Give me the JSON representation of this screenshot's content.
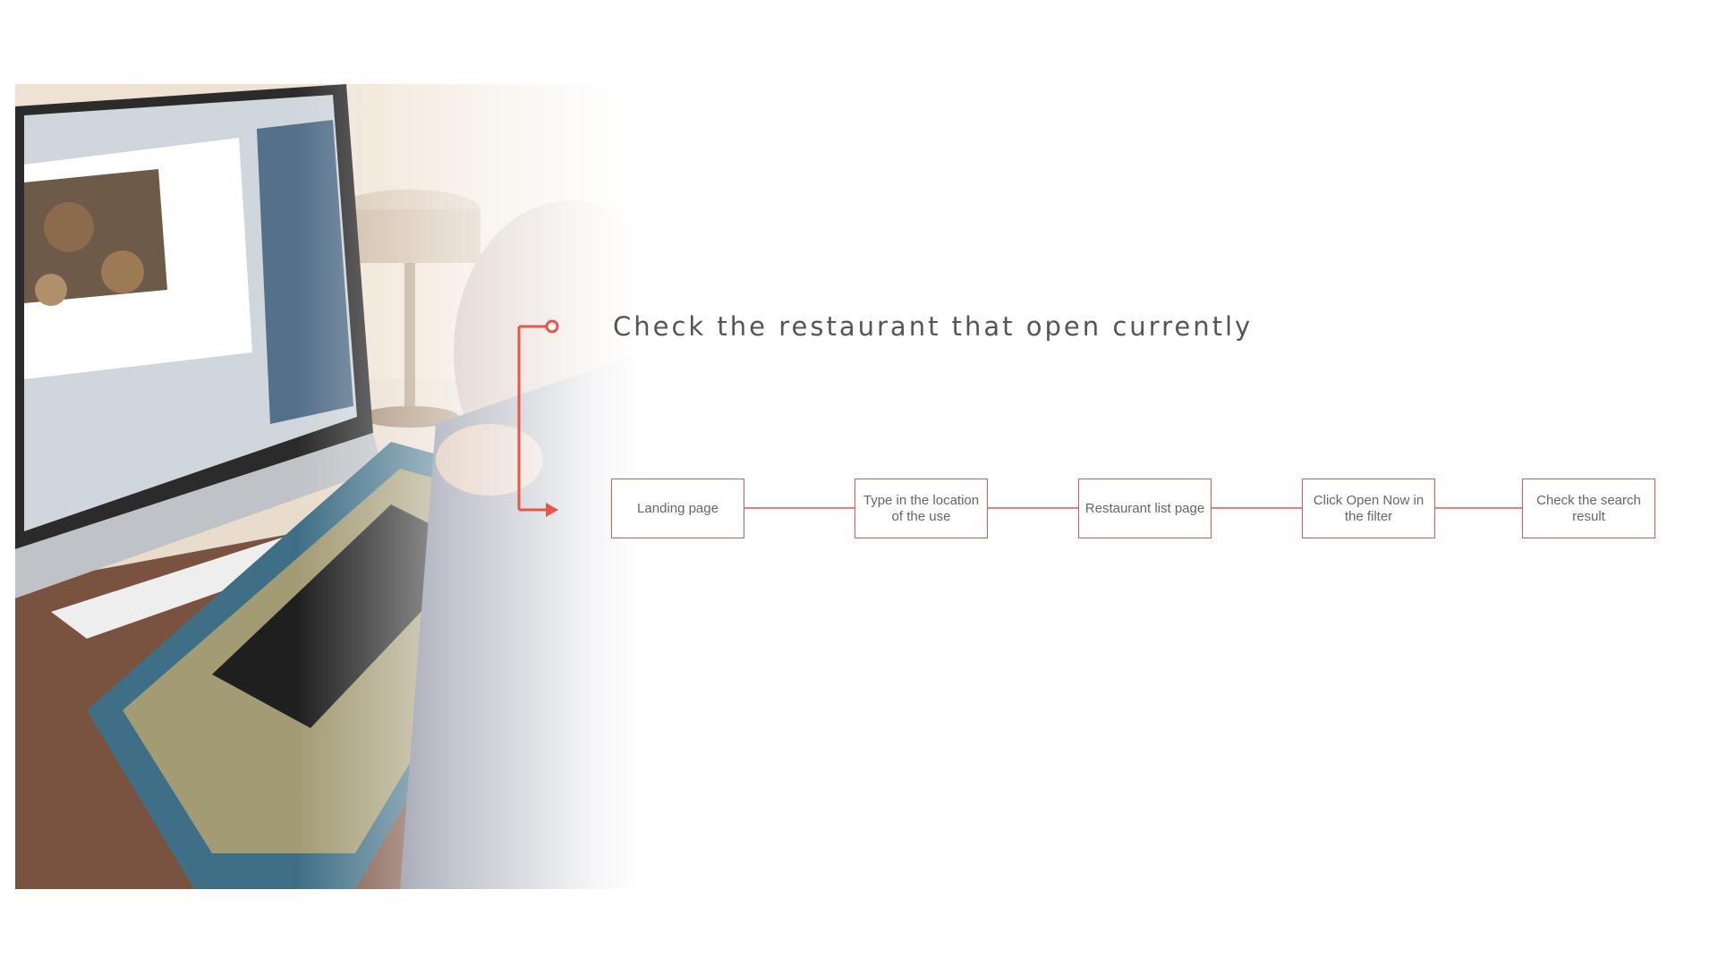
{
  "heading": {
    "text": "Check the restaurant that open currently"
  },
  "flow": {
    "steps": [
      {
        "label": "Landing page"
      },
      {
        "label": "Type in the location of the use"
      },
      {
        "label": "Restaurant list page"
      },
      {
        "label": "Click Open Now in the filter"
      },
      {
        "label": "Check the search result"
      }
    ]
  },
  "colors": {
    "accent": "#e4574a",
    "text": "#666666",
    "heading": "#555555"
  },
  "photo": {
    "icon": "user-at-computer-photo"
  }
}
